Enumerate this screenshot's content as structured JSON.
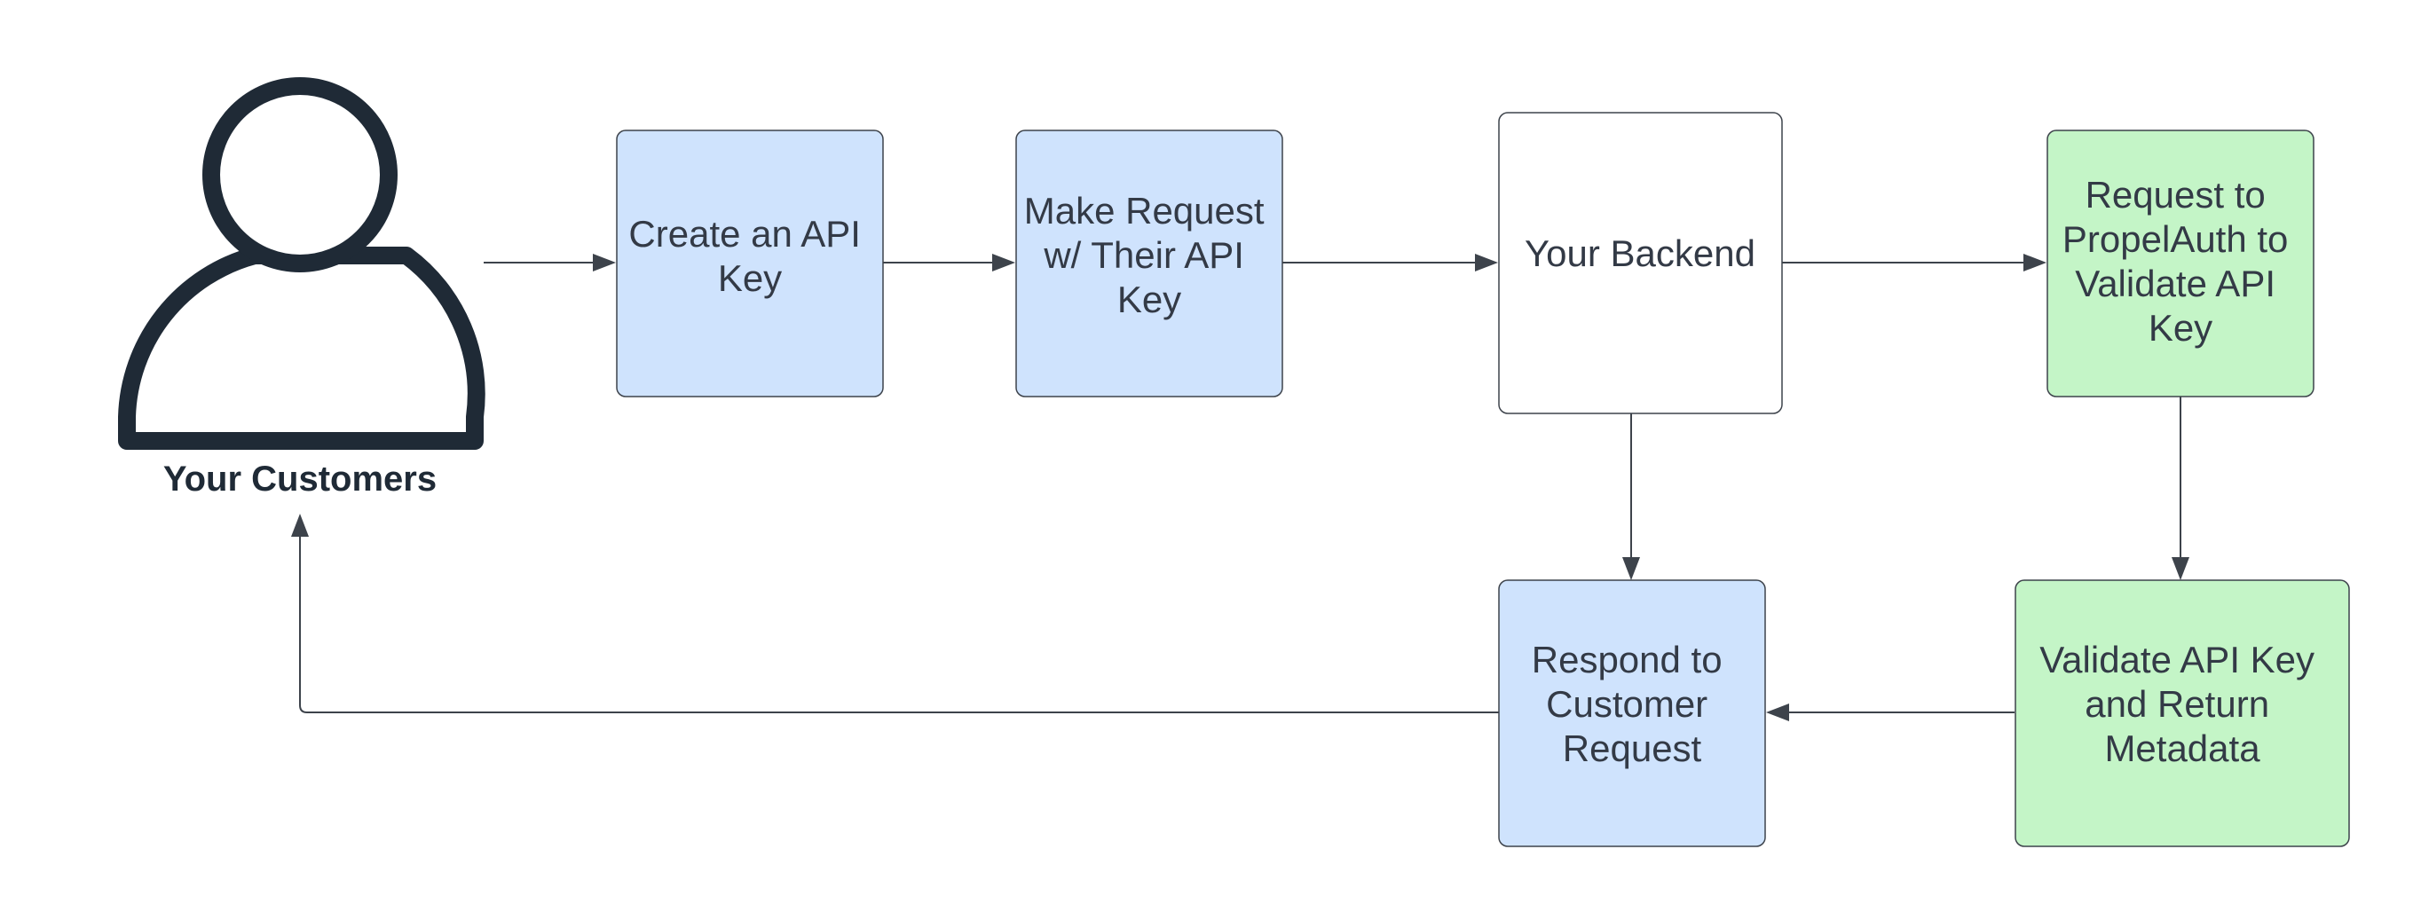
{
  "colors": {
    "blue_fill": "#cfe3fd",
    "green_fill": "#c4f5c7",
    "white_fill": "#ffffff",
    "stroke": "#3d434b",
    "actor": "#1f2a36",
    "text": "#333a46"
  },
  "actor": {
    "icon": "person-icon",
    "label": "Your Customers"
  },
  "nodes": {
    "create_key": {
      "lines": [
        "Create an API",
        "Key"
      ],
      "fill": "blue"
    },
    "make_request": {
      "lines": [
        "Make Request",
        "w/ Their API",
        "Key"
      ],
      "fill": "blue"
    },
    "backend": {
      "lines": [
        "Your Backend"
      ],
      "fill": "white"
    },
    "propelauth_request": {
      "lines": [
        "Request to",
        "PropelAuth to",
        "Validate API",
        "Key"
      ],
      "fill": "green"
    },
    "respond": {
      "lines": [
        "Respond to",
        "Customer",
        "Request"
      ],
      "fill": "blue"
    },
    "validate": {
      "lines": [
        "Validate API Key",
        "and Return",
        "Metadata"
      ],
      "fill": "green"
    }
  },
  "edges": [
    {
      "from": "actor",
      "to": "create_key"
    },
    {
      "from": "create_key",
      "to": "make_request"
    },
    {
      "from": "make_request",
      "to": "backend"
    },
    {
      "from": "backend",
      "to": "propelauth_request"
    },
    {
      "from": "propelauth_request",
      "to": "validate"
    },
    {
      "from": "backend",
      "to": "respond"
    },
    {
      "from": "validate",
      "to": "respond"
    },
    {
      "from": "respond",
      "to": "actor"
    }
  ]
}
